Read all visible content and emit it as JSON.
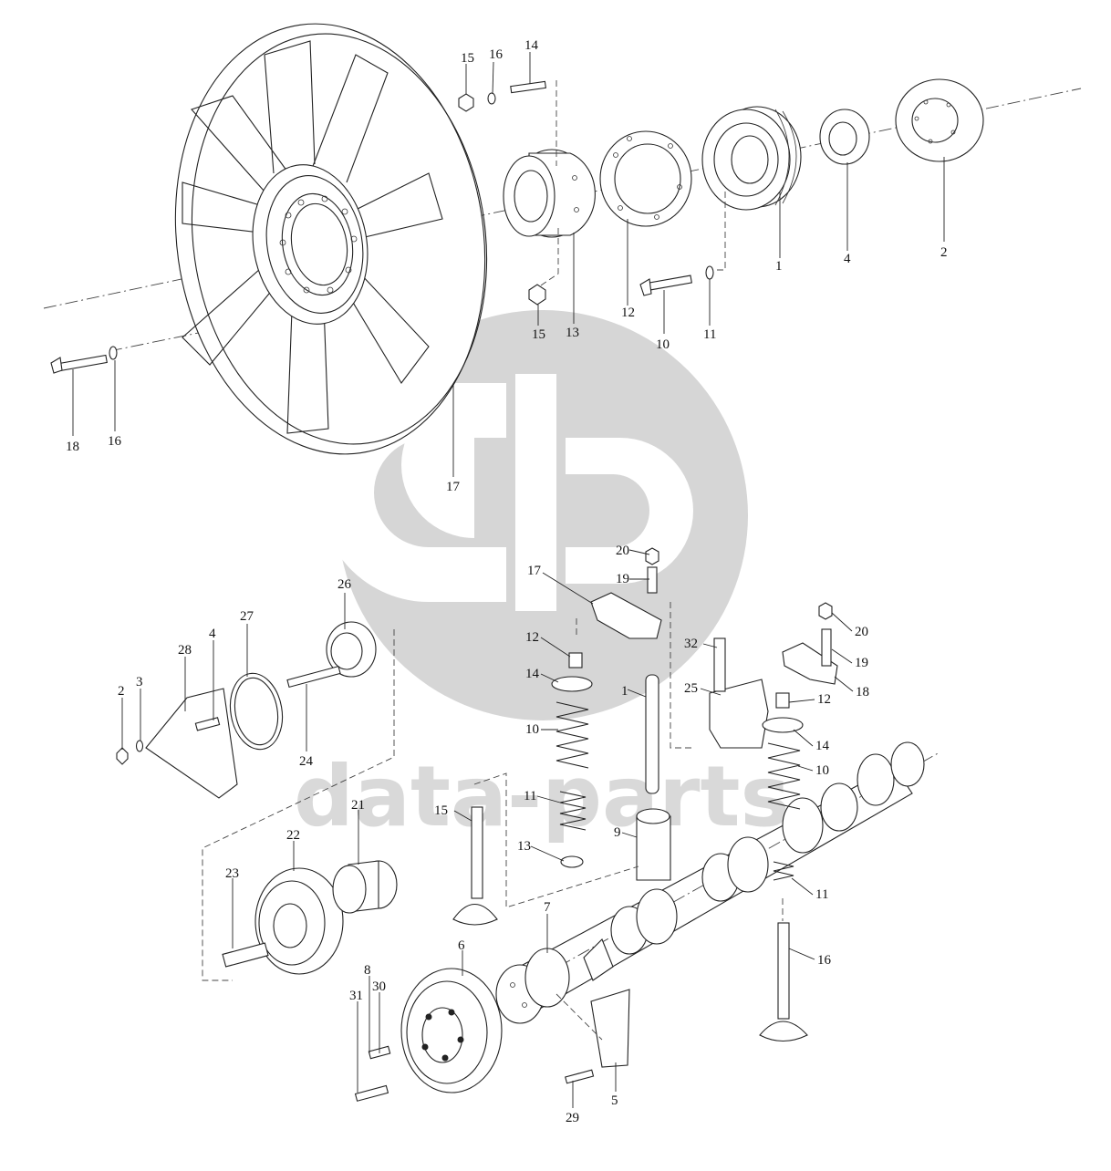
{
  "watermark": {
    "text": "data-parts",
    "color": "#d9d9d9"
  },
  "labels": {
    "fan": {
      "l15a": "15",
      "l16a": "16",
      "l14": "14",
      "l1": "1",
      "l4": "4",
      "l2": "2",
      "l12": "12",
      "l13": "13",
      "l15b": "15",
      "l10": "10",
      "l11": "11",
      "l18": "18",
      "l16b": "16",
      "l17": "17"
    },
    "valve": {
      "l20a": "20",
      "l19a": "19",
      "l17": "17",
      "l12a": "12",
      "l14a": "14",
      "l10a": "10",
      "l1": "1",
      "l11a": "11",
      "l15": "15",
      "l13": "13",
      "l9": "9",
      "l32": "32",
      "l25": "25",
      "l20b": "20",
      "l19b": "19",
      "l18": "18",
      "l12b": "12",
      "l14b": "14",
      "l10b": "10",
      "l11b": "11",
      "l16": "16",
      "l26": "26",
      "l27": "27",
      "l28": "28",
      "l4": "4",
      "l2": "2",
      "l3": "3",
      "l24": "24",
      "l21": "21",
      "l22": "22",
      "l23": "23",
      "l7": "7",
      "l6": "6",
      "l8": "8",
      "l30": "30",
      "l31": "31",
      "l29": "29",
      "l5": "5"
    }
  }
}
